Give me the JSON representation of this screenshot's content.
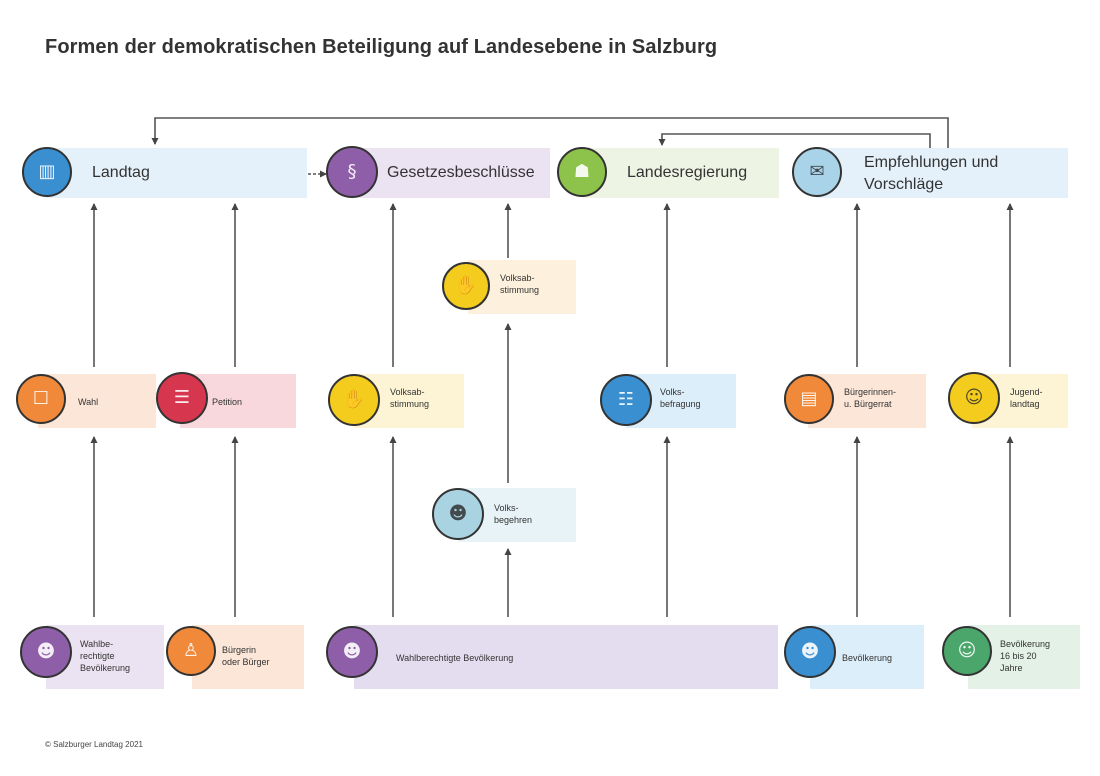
{
  "title": "Formen der demokratischen Beteiligung auf Landesebene in Salzburg",
  "targets": {
    "landtag": {
      "label": "Landtag",
      "icon": "parliament-building-icon",
      "color": "#3a8fd1",
      "bg": "#e4f1fa"
    },
    "gesetz": {
      "label": "Gesetzesbeschlüsse",
      "icon": "law-book-icon",
      "color": "#8e5fa8",
      "bg": "#ece3f2"
    },
    "regierung": {
      "label": "Landesregierung",
      "icon": "government-group-icon",
      "color": "#8dc24b",
      "bg": "#eef4e3"
    },
    "empfehlungen": {
      "label": "Empfehlungen und Vorschläge",
      "icon": "speech-recommendation-icon",
      "color": "#a9d3e8",
      "bg": "#e4f1fa"
    }
  },
  "instruments": {
    "wahl": {
      "label": "Wahl",
      "icon": "ballot-box-icon",
      "color": "#f08a3a",
      "bg": "#fbe6d8"
    },
    "petition": {
      "label": "Petition",
      "icon": "petition-signature-icon",
      "color": "#d6364e",
      "bg": "#f8d8dc"
    },
    "volksabstimmung": {
      "label": "Volksab-\nstimmung",
      "icon": "voting-hands-icon",
      "color": "#f4cc1e",
      "bg": "#fdf4d6"
    },
    "volksabstimmung_top": {
      "label": "Volksab-\nstimmung",
      "icon": "voting-hands-icon",
      "color": "#f4cc1e",
      "bg": "#fdf0dc"
    },
    "volksbegehren": {
      "label": "Volks-\nbegehren",
      "icon": "people-group-icon",
      "color": "#a9d3e0",
      "bg": "#e7f3f7"
    },
    "volksbefragung": {
      "label": "Volks-\nbefragung",
      "icon": "survey-people-icon",
      "color": "#3a8fd1",
      "bg": "#dceefa"
    },
    "buergerrat": {
      "label": "Bürgerinnen-\nu. Bürgerrat",
      "icon": "round-table-icon",
      "color": "#f08a3a",
      "bg": "#fbe6d8"
    },
    "jugendlandtag": {
      "label": "Jugend-\nlandtag",
      "icon": "youth-group-icon",
      "color": "#f4cc1e",
      "bg": "#fdf4d6"
    }
  },
  "sources": {
    "wahlberechtigte_left": {
      "label": "Wahlbe-\nrechtigte\nBevölkerung",
      "icon": "population-group-icon",
      "color": "#8e5fa8",
      "bg": "#ece3f2"
    },
    "buergerin": {
      "label": "Bürgerin\noder Bürger",
      "icon": "single-person-icon",
      "color": "#f08a3a",
      "bg": "#fbe6d8"
    },
    "wahlberechtigte_center": {
      "label": "Wahlberechtigte Bevölkerung",
      "icon": "population-group-icon",
      "color": "#8e5fa8",
      "bg": "#e4ddef"
    },
    "bevoelkerung": {
      "label": "Bevölkerung",
      "icon": "population-icon",
      "color": "#3a8fd1",
      "bg": "#dceefa"
    },
    "bevoelkerung_16_20": {
      "label": "Bevölkerung\n16 bis 20\nJahre",
      "icon": "young-people-icon",
      "color": "#4aa66a",
      "bg": "#e3f1e6"
    }
  },
  "footer": "© Salzburger Landtag 2021"
}
